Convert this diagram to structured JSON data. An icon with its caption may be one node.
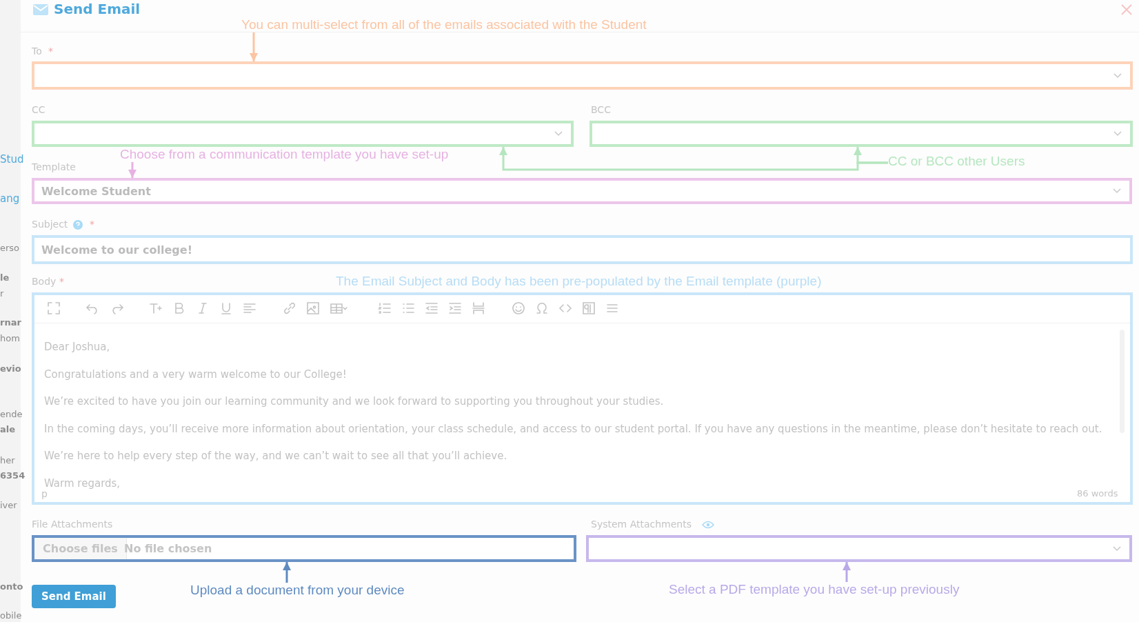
{
  "diagram": {
    "title": "Send Email",
    "nodes": [
      {
        "text": [
          "You can multi-select from all of the emails associated with the Student"
        ]
      },
      {
        "text": [],
        "shape": "box"
      },
      {
        "text": [],
        "shape": "box"
      },
      {
        "text": [],
        "shape": "box"
      },
      {
        "text": [
          "CC or BCC other Users"
        ]
      },
      {
        "text": [
          "Choose from a communication template you have set-up"
        ]
      },
      {
        "text": [
          "Welcome Student"
        ]
      },
      {
        "text": [
          "Welcome to our college!"
        ]
      },
      {
        "text": [
          "The Email Subject and Body has been pre-populated by the Email template (purple)"
        ]
      },
      {
        "text": [
          "Dear Joshua,",
          "Congratulations and a very warm welcome to our College!",
          "We’re excited to have you join our learning community and we look forward to supporting you throughout your studies.",
          "In the coming days, you’ll receive more information about orientation, your class schedule, and access to our student portal. If you have any questions in the meantime, please don’t hesitate to reach out.",
          "We’re here to help every step of the way, and we can’t wait to see all that you’ll achieve.",
          "Warm regards,"
        ]
      },
      {
        "text": [
          "Choose files",
          "No file chosen"
        ]
      },
      {
        "text": [
          "Upload a document from your device"
        ]
      },
      {
        "text": [],
        "shape": "box"
      },
      {
        "text": [
          "Select a PDF template you have set-up previously"
        ]
      }
    ],
    "edges": [
      {
        "from": 0,
        "to": 1,
        "arrow": "to",
        "color": "#fbc4a2"
      },
      {
        "from": 4,
        "to": 2,
        "arrow": "to",
        "color": "#b5e6bf"
      },
      {
        "from": 4,
        "to": 3,
        "arrow": "to",
        "color": "#b5e6bf"
      },
      {
        "from": 5,
        "to": 6,
        "arrow": "to",
        "color": "#e6b2e2"
      },
      {
        "from": 11,
        "to": 10,
        "arrow": "to",
        "color": "#5e8ac0"
      },
      {
        "from": 13,
        "to": 12,
        "arrow": "to",
        "color": "#b9a9e8"
      }
    ],
    "labels": [
      "To",
      "*",
      "CC",
      "BCC",
      "Template",
      "Subject",
      "*",
      "Body",
      "*",
      "p",
      "86 words",
      "File Attachments",
      "System Attachments",
      "Send Email",
      "Stud",
      "ang",
      "erso",
      "le",
      "r",
      "rnar",
      "hom",
      "evio",
      "ende",
      "ale",
      "her",
      "6354",
      "iver",
      "onto",
      "obile"
    ]
  }
}
